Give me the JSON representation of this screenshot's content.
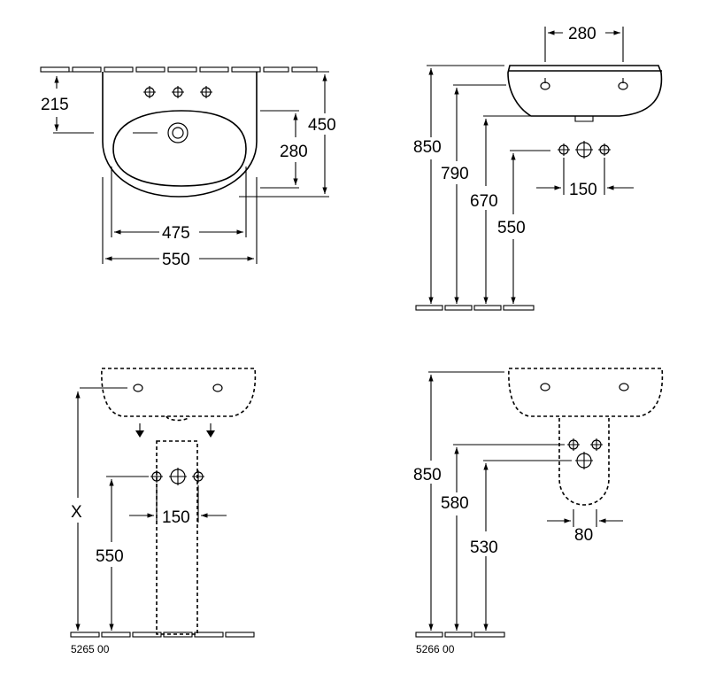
{
  "views": {
    "top_view": {
      "dims": {
        "left_offset": "215",
        "depth": "450",
        "bowl_depth": "280",
        "bowl_width": "475",
        "total_width": "550"
      }
    },
    "side_view": {
      "dims": {
        "tap_spacing": "280",
        "height_top": "850",
        "height_rim": "790",
        "height_bottom": "670",
        "height_waste": "550",
        "supply_spacing": "150"
      }
    },
    "pedestal_view": {
      "dims": {
        "height_x": "X",
        "supply_spacing": "150",
        "supply_height": "550"
      },
      "article_no": "5265 00"
    },
    "semipedestal_view": {
      "dims": {
        "height_top": "850",
        "height_upper": "580",
        "height_lower": "530",
        "waste_spacing": "80"
      },
      "article_no": "5266 00"
    }
  }
}
